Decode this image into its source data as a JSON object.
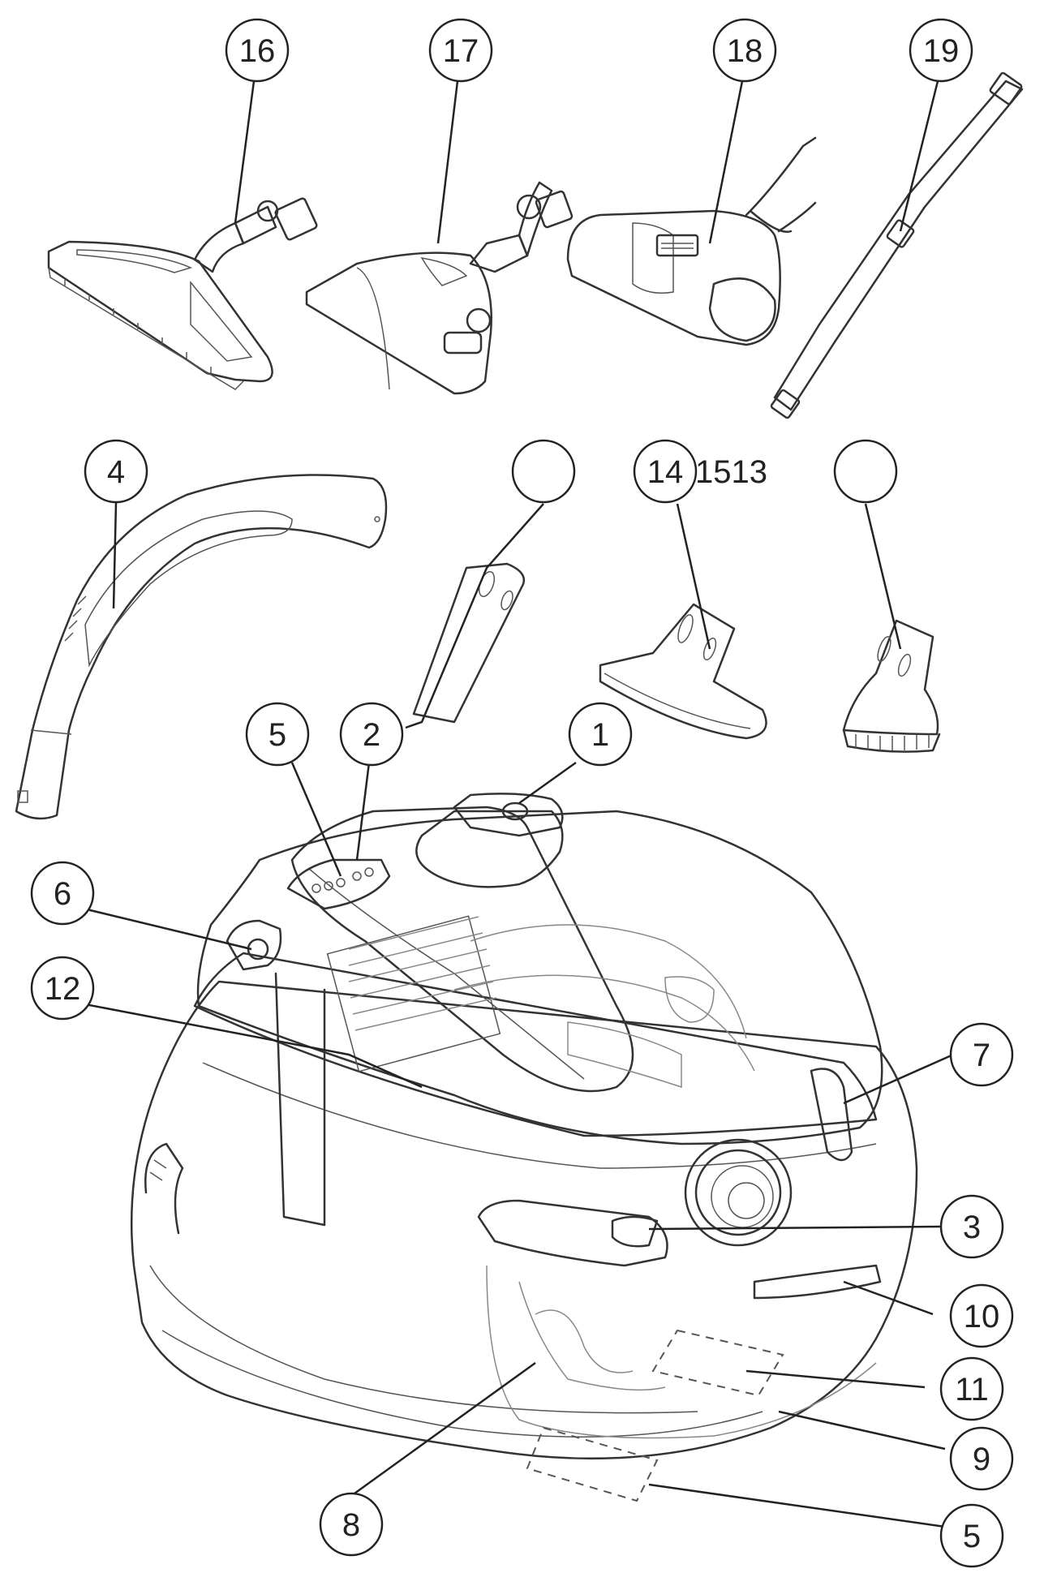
{
  "callouts": {
    "c16": "16",
    "c17": "17",
    "c18": "18",
    "c19": "19",
    "c4": "4",
    "c13": "",
    "c14": "14",
    "c15": "",
    "c1513": "1513",
    "c5a": "5",
    "c2": "2",
    "c1": "1",
    "c6": "6",
    "c12": "12",
    "c7": "7",
    "c3": "3",
    "c10": "10",
    "c11": "11",
    "c9": "9",
    "c8": "8",
    "c5b": "5"
  },
  "icons": [
    "floor-brush-16-icon",
    "floor-brush-17-icon",
    "turbo-brush-18-icon",
    "extension-tube-19-icon",
    "hose-handle-4-icon",
    "crevice-nozzle-icon",
    "upholstery-nozzle-14-icon",
    "dusting-brush-icon",
    "vacuum-body-icon"
  ]
}
